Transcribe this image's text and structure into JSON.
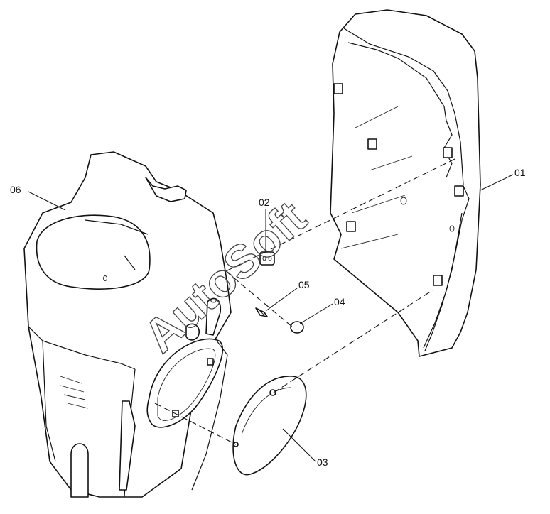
{
  "labels": {
    "p01": "01",
    "p02": "02",
    "p03": "03",
    "p04": "04",
    "p05": "05",
    "p06": "06"
  },
  "watermark": "AutoSoft"
}
